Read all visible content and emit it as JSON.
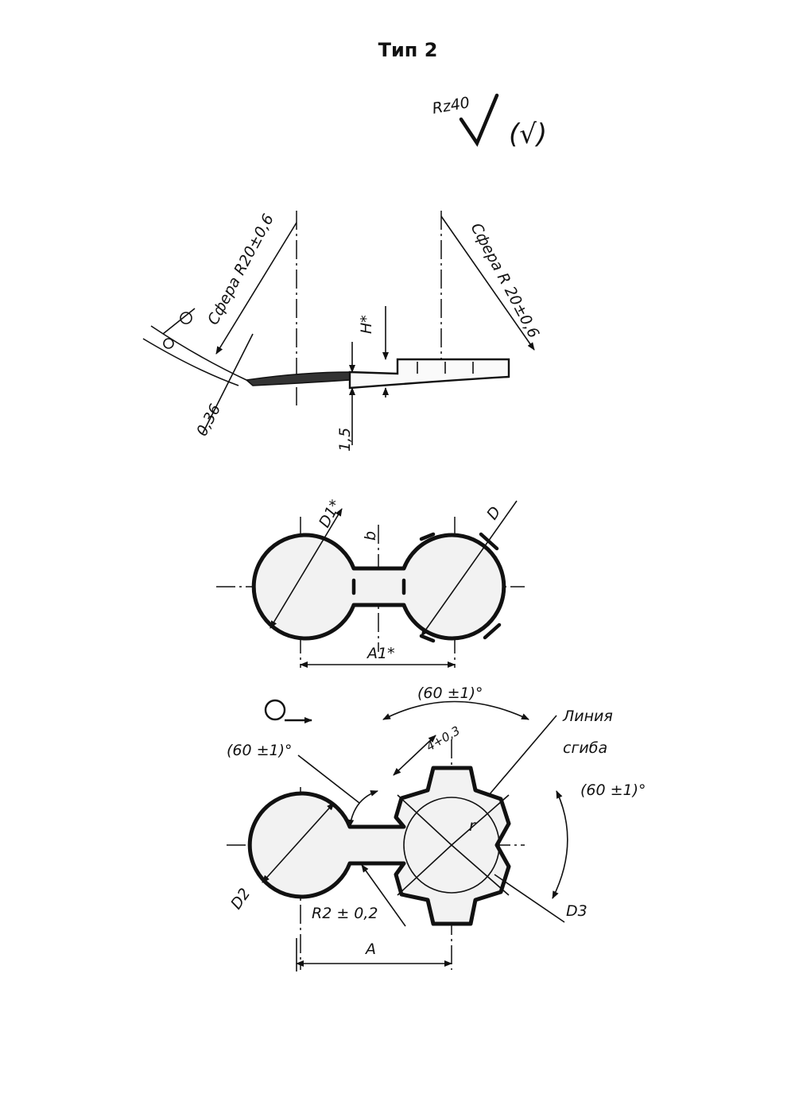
{
  "title": "Тип 2",
  "roughness": {
    "main": "Rz40",
    "other": "(√)"
  },
  "section_view": {
    "sphere_left": "Сфера R20±0,6",
    "sphere_right": "Сфера R 20±0,6",
    "height_label": "H*",
    "thickness_label": "0,36",
    "dim_label": "1,5"
  },
  "blank_view": {
    "d1_label": "D1*",
    "b_label": "b",
    "d_label": "D",
    "a1_label": "A1*"
  },
  "part_view": {
    "view_symbol": "O→",
    "angle_top": "(60 ±1)°",
    "angle_left": "(60 ±1)°",
    "angle_right": "(60 ±1)°",
    "tol_label": "4+0,3",
    "bend_line_1": "Линия",
    "bend_line_2": "сгиба",
    "r_label": "r",
    "d2_label": "D2",
    "radius_label": "R2 ± 0,2",
    "d3_label": "D3",
    "a_label": "A"
  }
}
